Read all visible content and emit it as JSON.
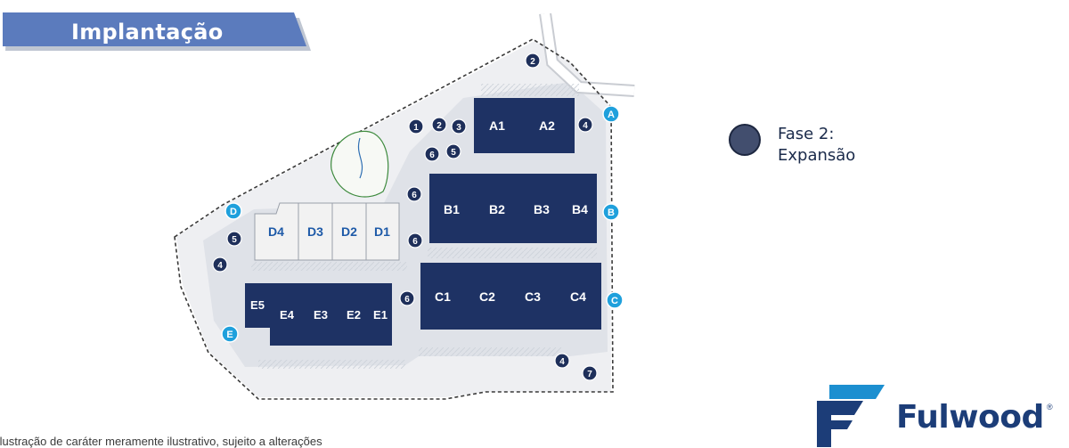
{
  "header": {
    "title": "Implantação"
  },
  "legend": {
    "line1": "Fase 2:",
    "line2": "Expansão",
    "color": "#424e6e"
  },
  "colors": {
    "building": "#1e3264",
    "expansion_building": "#f2f2f2",
    "access_marker": "#1fa0dc",
    "banner": "#5b7bbd"
  },
  "buildings": [
    {
      "id": "A1",
      "label": "A1"
    },
    {
      "id": "A2",
      "label": "A2"
    },
    {
      "id": "B1",
      "label": "B1"
    },
    {
      "id": "B2",
      "label": "B2"
    },
    {
      "id": "B3",
      "label": "B3"
    },
    {
      "id": "B4",
      "label": "B4"
    },
    {
      "id": "C1",
      "label": "C1"
    },
    {
      "id": "C2",
      "label": "C2"
    },
    {
      "id": "C3",
      "label": "C3"
    },
    {
      "id": "C4",
      "label": "C4"
    },
    {
      "id": "D1",
      "label": "D1"
    },
    {
      "id": "D2",
      "label": "D2"
    },
    {
      "id": "D3",
      "label": "D3"
    },
    {
      "id": "D4",
      "label": "D4"
    },
    {
      "id": "E1",
      "label": "E1"
    },
    {
      "id": "E2",
      "label": "E2"
    },
    {
      "id": "E3",
      "label": "E3"
    },
    {
      "id": "E4",
      "label": "E4"
    },
    {
      "id": "E5",
      "label": "E5"
    }
  ],
  "access_markers": [
    {
      "label": "A"
    },
    {
      "label": "B"
    },
    {
      "label": "C"
    },
    {
      "label": "D"
    },
    {
      "label": "E"
    }
  ],
  "number_markers": [
    {
      "label": "1"
    },
    {
      "label": "2"
    },
    {
      "label": "3"
    },
    {
      "label": "2"
    },
    {
      "label": "4"
    },
    {
      "label": "5"
    },
    {
      "label": "6"
    },
    {
      "label": "6"
    },
    {
      "label": "6"
    },
    {
      "label": "6"
    },
    {
      "label": "5"
    },
    {
      "label": "4"
    },
    {
      "label": "4"
    },
    {
      "label": "7"
    }
  ],
  "logo": {
    "brand": "Fulwood",
    "registered": "®"
  },
  "footnote": "Ilustração de caráter meramente ilustrativo, sujeito a alterações"
}
